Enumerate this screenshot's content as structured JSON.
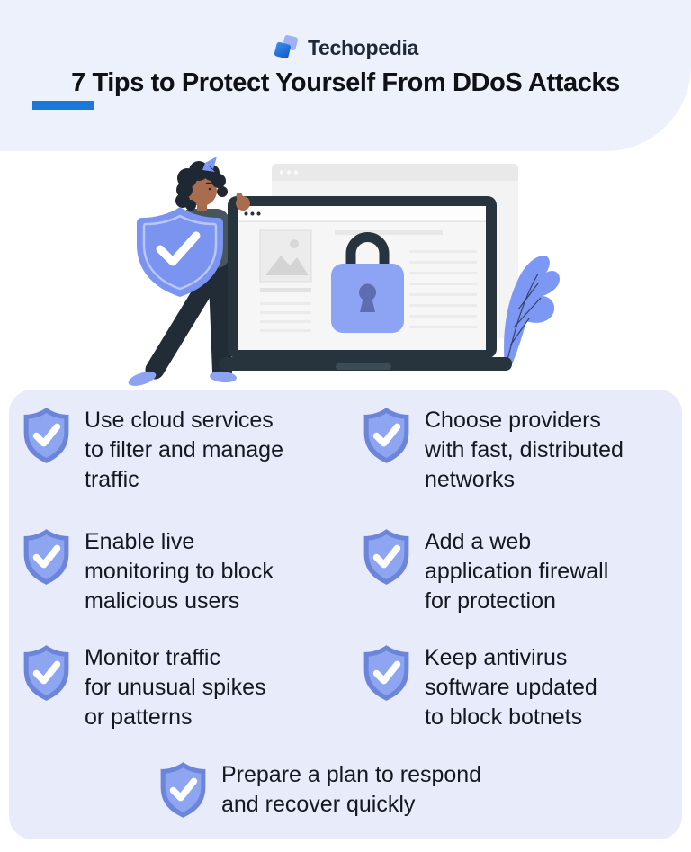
{
  "brand": {
    "name": "Techopedia"
  },
  "header": {
    "title": "7 Tips to Protect Yourself From DDoS Attacks"
  },
  "tips": [
    {
      "text": "Use cloud services\nto filter and manage\ntraffic"
    },
    {
      "text": "Choose providers\nwith fast, distributed\nnetworks"
    },
    {
      "text": "Enable live\nmonitoring to block\nmalicious users"
    },
    {
      "text": "Add a web\napplication firewall\nfor protection"
    },
    {
      "text": "Monitor traffic\nfor unusual spikes\nor patterns"
    },
    {
      "text": "Keep antivirus\nsoftware updated\nto block botnets"
    },
    {
      "text": "Prepare a plan to respond\nand recover quickly"
    }
  ],
  "colors": {
    "header_bg": "#edf1fb",
    "card_bg": "#e8ecfa",
    "accent_blue": "#1a79d8",
    "shield_rim": "#6d85d9",
    "shield_fill": "#8ea5f2",
    "illustration_blue": "#7d97f4",
    "lock_body": "#8da3f3",
    "dark": "#27333d",
    "text": "#15181e"
  }
}
